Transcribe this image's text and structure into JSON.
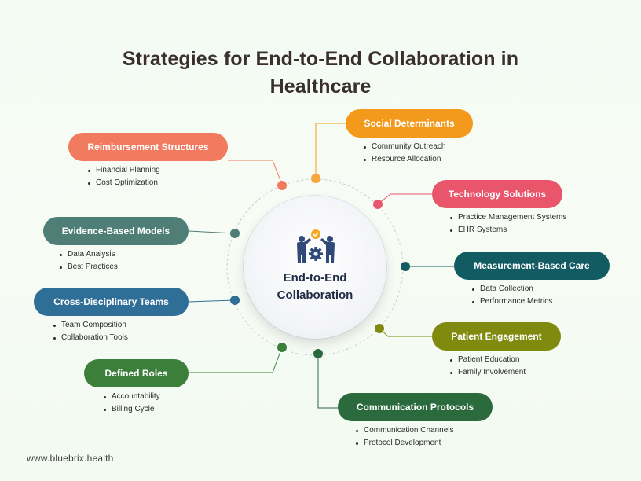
{
  "title": "Strategies for End-to-End Collaboration in Healthcare",
  "hub": {
    "label_line1": "End-to-End",
    "label_line2": "Collaboration",
    "icon": "team-collaboration-gear-icon"
  },
  "nodes": [
    {
      "id": "social",
      "label": "Social Determinants",
      "color": "#f39a1d",
      "items": [
        "Community Outreach",
        "Resource Allocation"
      ]
    },
    {
      "id": "reimbursement",
      "label": "Reimbursement Structures",
      "color": "#f27a5e",
      "items": [
        "Financial Planning",
        "Cost Optimization"
      ]
    },
    {
      "id": "technology",
      "label": "Technology Solutions",
      "color": "#e9556a",
      "items": [
        "Practice Management Systems",
        "EHR Systems"
      ]
    },
    {
      "id": "evidence",
      "label": "Evidence-Based Models",
      "color": "#4f7e76",
      "items": [
        "Data Analysis",
        "Best Practices"
      ]
    },
    {
      "id": "measurement",
      "label": "Measurement-Based Care",
      "color": "#135b63",
      "items": [
        "Data Collection",
        "Performance Metrics"
      ]
    },
    {
      "id": "crossdisc",
      "label": "Cross-Disciplinary Teams",
      "color": "#2f6e97",
      "items": [
        "Team Composition",
        "Collaboration Tools"
      ]
    },
    {
      "id": "patient",
      "label": "Patient Engagement",
      "color": "#7f8a0f",
      "items": [
        "Patient Education",
        "Family Involvement"
      ]
    },
    {
      "id": "roles",
      "label": "Defined Roles",
      "color": "#3c7f3a",
      "items": [
        "Accountability",
        "Billing Cycle"
      ]
    },
    {
      "id": "communication",
      "label": "Communication Protocols",
      "color": "#2b6a3d",
      "items": [
        "Communication Channels",
        "Protocol Development"
      ]
    }
  ],
  "footer": "www.bluebrix.health"
}
